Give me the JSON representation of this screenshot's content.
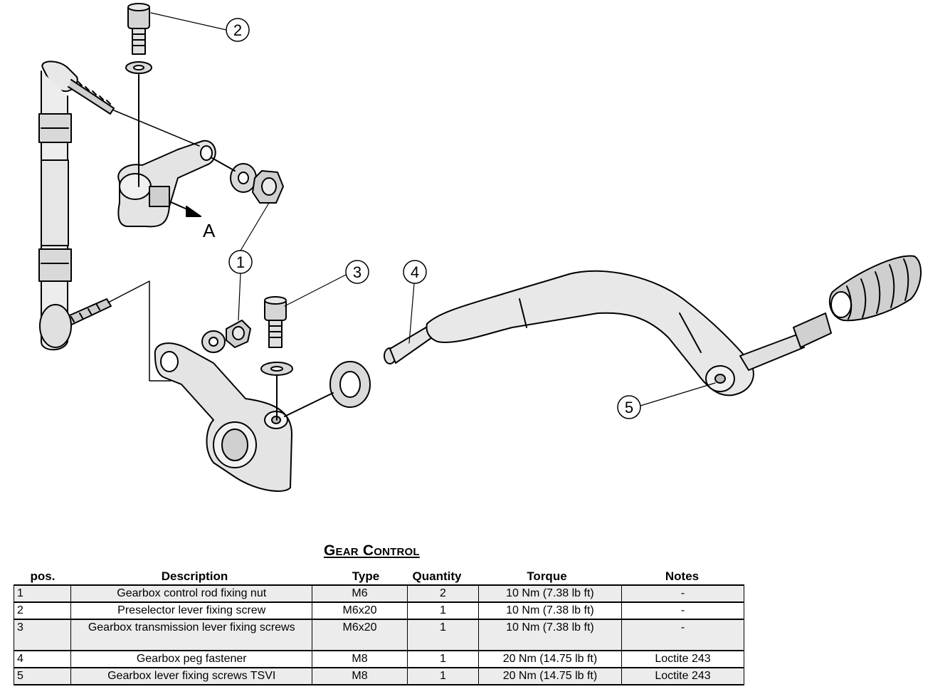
{
  "diagram": {
    "callouts": [
      "1",
      "2",
      "3",
      "4",
      "5"
    ],
    "arrow_label": "A"
  },
  "table": {
    "title": "Gear Control",
    "headers": {
      "pos": "pos.",
      "description": "Description",
      "type": "Type",
      "quantity": "Quantity",
      "torque": "Torque",
      "notes": "Notes"
    },
    "rows": [
      {
        "pos": "1",
        "description": "Gearbox control rod fixing nut",
        "type": "M6",
        "quantity": "2",
        "torque": "10 Nm (7.38 lb ft)",
        "notes": "-"
      },
      {
        "pos": "2",
        "description": "Preselector lever fixing screw",
        "type": "M6x20",
        "quantity": "1",
        "torque": "10 Nm (7.38 lb ft)",
        "notes": "-"
      },
      {
        "pos": "3",
        "description": "Gearbox transmission lever fixing screws",
        "type": "M6x20",
        "quantity": "1",
        "torque": "10 Nm (7.38 lb ft)",
        "notes": "-"
      },
      {
        "pos": "4",
        "description": "Gearbox peg fastener",
        "type": "M8",
        "quantity": "1",
        "torque": "20 Nm (14.75 lb ft)",
        "notes": "Loctite 243"
      },
      {
        "pos": "5",
        "description": "Gearbox lever fixing screws TSVI",
        "type": "M8",
        "quantity": "1",
        "torque": "20 Nm (14.75 lb ft)",
        "notes": "Loctite 243"
      }
    ]
  }
}
